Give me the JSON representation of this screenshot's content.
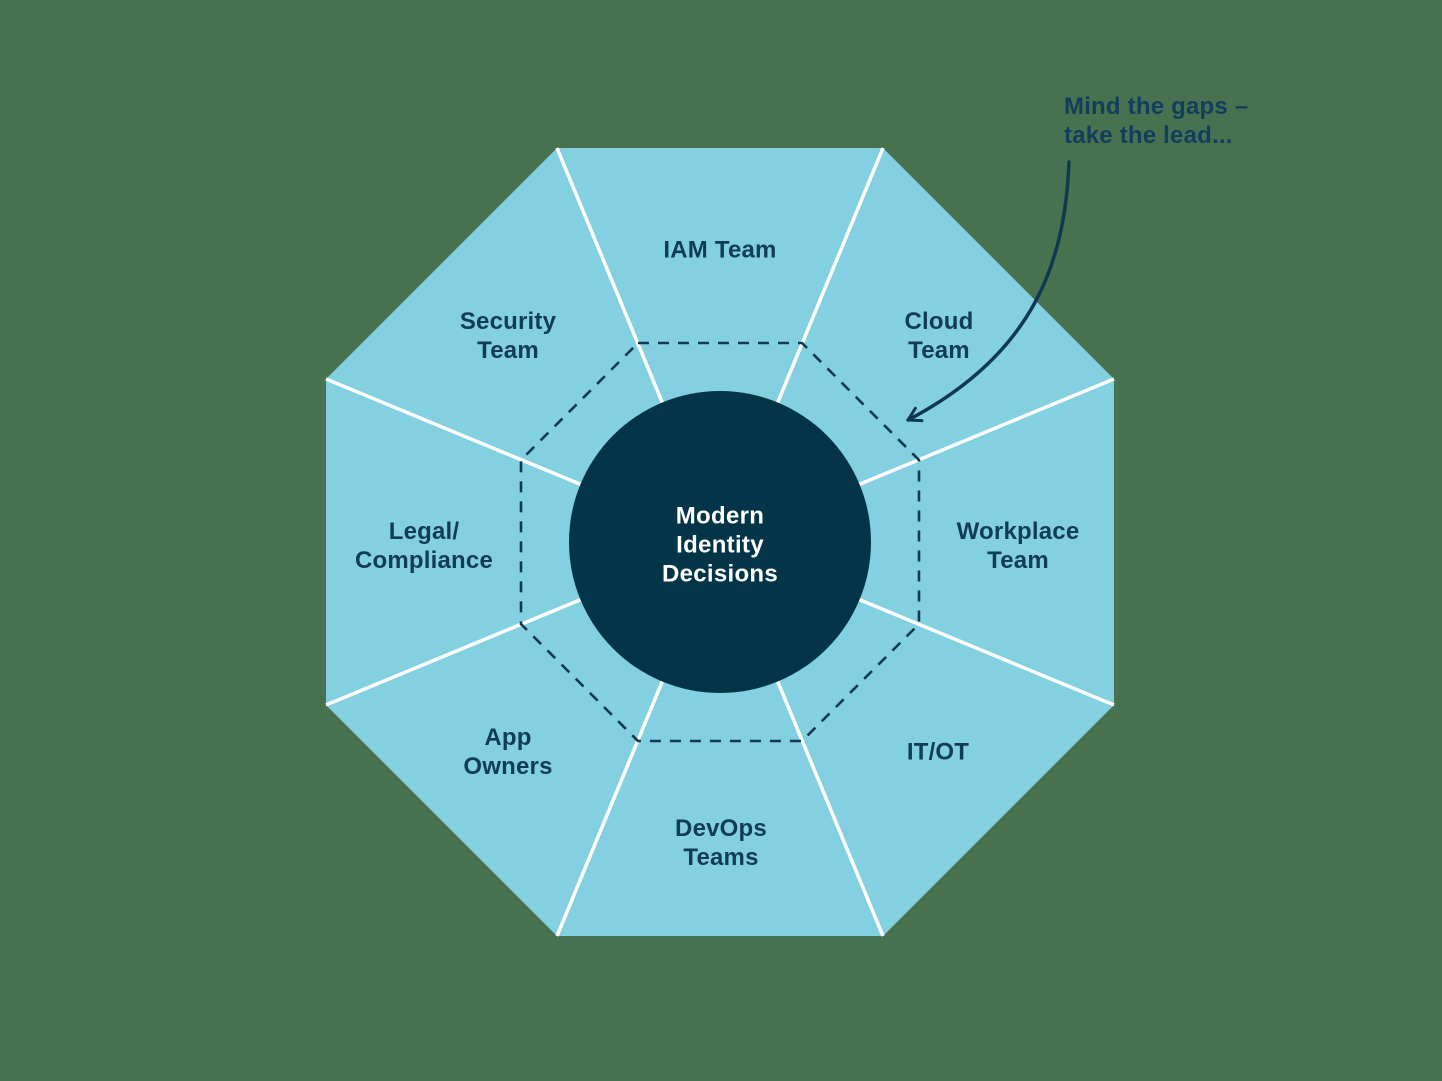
{
  "diagram": {
    "title_semantic": "modern-identity-decisions-octagon",
    "center_label": "Modern\nIdentity\nDecisions",
    "segments": [
      {
        "label": "IAM Team"
      },
      {
        "label": "Cloud\nTeam"
      },
      {
        "label": "Workplace\nTeam"
      },
      {
        "label": "IT/OT"
      },
      {
        "label": "DevOps\nTeams"
      },
      {
        "label": "App\nOwners"
      },
      {
        "label": "Legal/\nCompliance"
      },
      {
        "label": "Security\nTeam"
      }
    ],
    "annotation": "Mind the gaps –\ntake the lead..."
  },
  "colors": {
    "background": "#48714F",
    "segment_fill": "#82D0E0",
    "divider_line": "#FFFFFF",
    "center_circle": "#033448",
    "center_text": "#FFFFFF",
    "segment_label_text": "#113C56",
    "annotation_text": "#123E5B",
    "dashed_octagon": "#0E3950",
    "arrow": "#0E3950"
  }
}
